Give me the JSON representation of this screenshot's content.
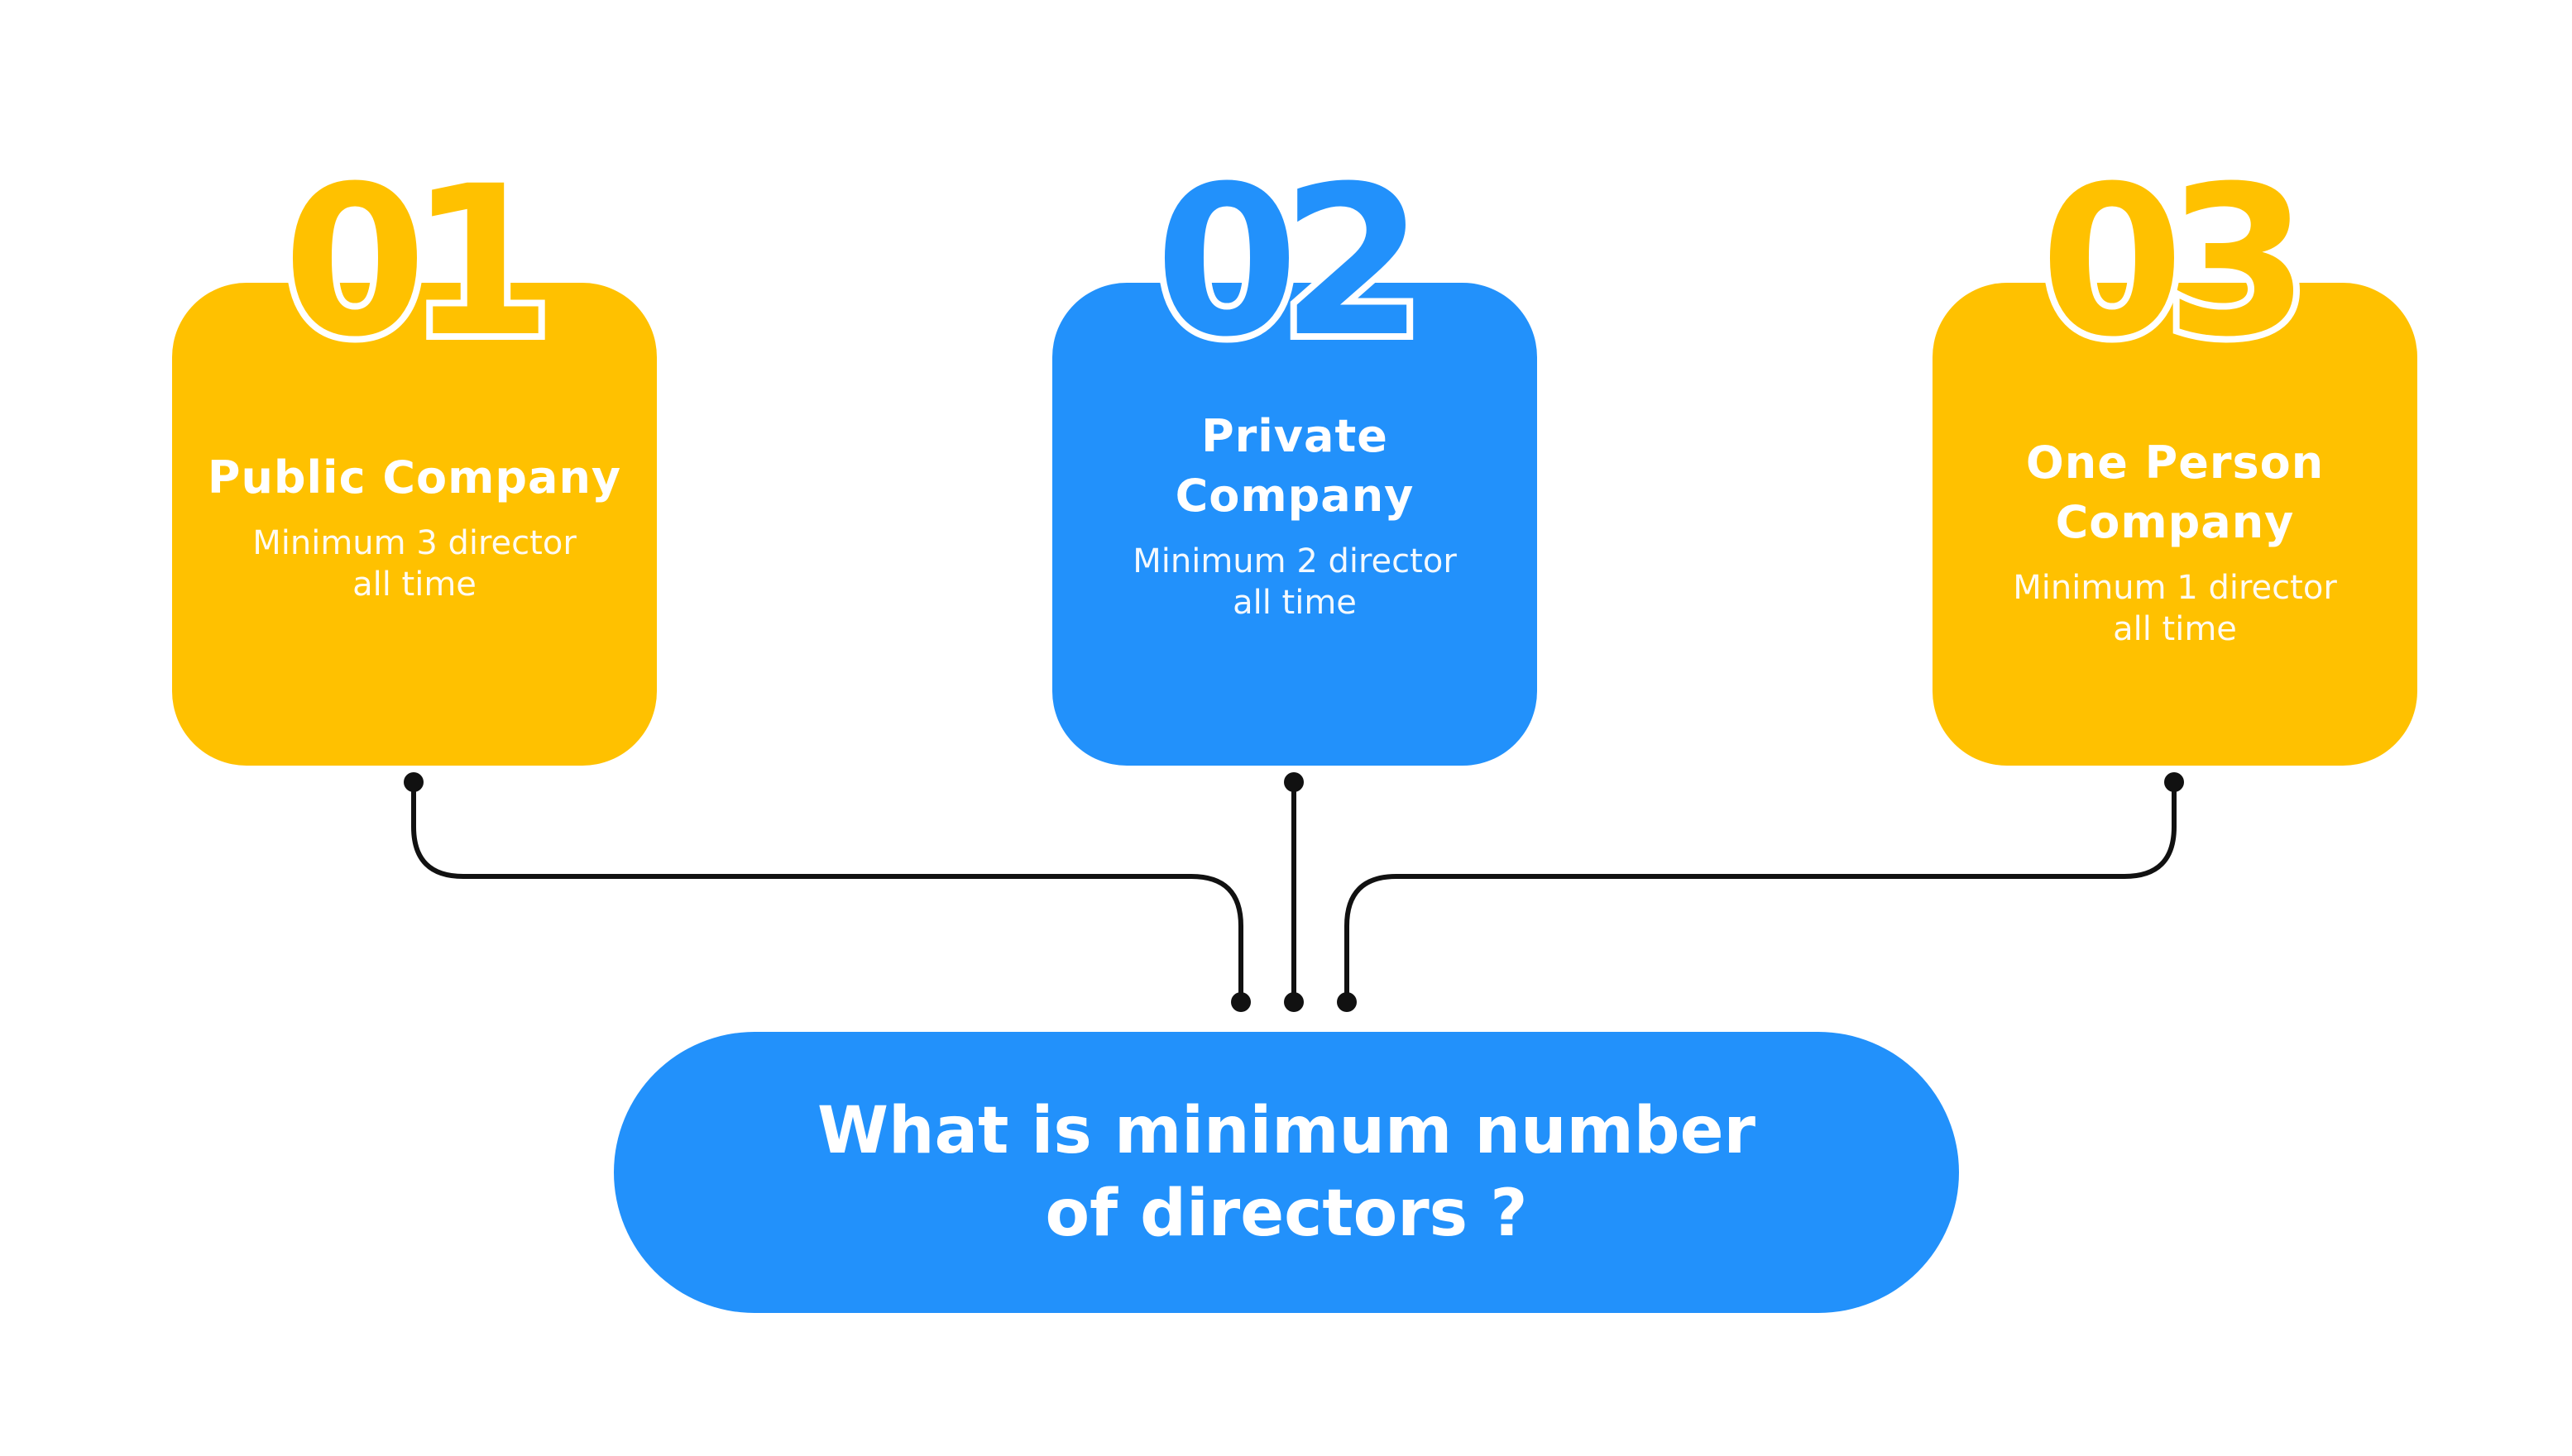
{
  "colors": {
    "yellow": "#ffc100",
    "blue": "#2291fb",
    "connector": "#111111",
    "background": "#ffffff"
  },
  "cards": [
    {
      "number": "01",
      "title": "Public Company",
      "desc_line1": "Minimum 3 director",
      "desc_line2": "all time",
      "color": "#ffc100"
    },
    {
      "number": "02",
      "title": "Private Company",
      "desc_line1": "Minimum 2 director",
      "desc_line2": "all time",
      "color": "#2291fb"
    },
    {
      "number": "03",
      "title": "One Person Company",
      "desc_line1": "Minimum 1 director",
      "desc_line2": "all time",
      "color": "#ffc100"
    }
  ],
  "question": {
    "text": "What is minimum number of directors ?"
  }
}
